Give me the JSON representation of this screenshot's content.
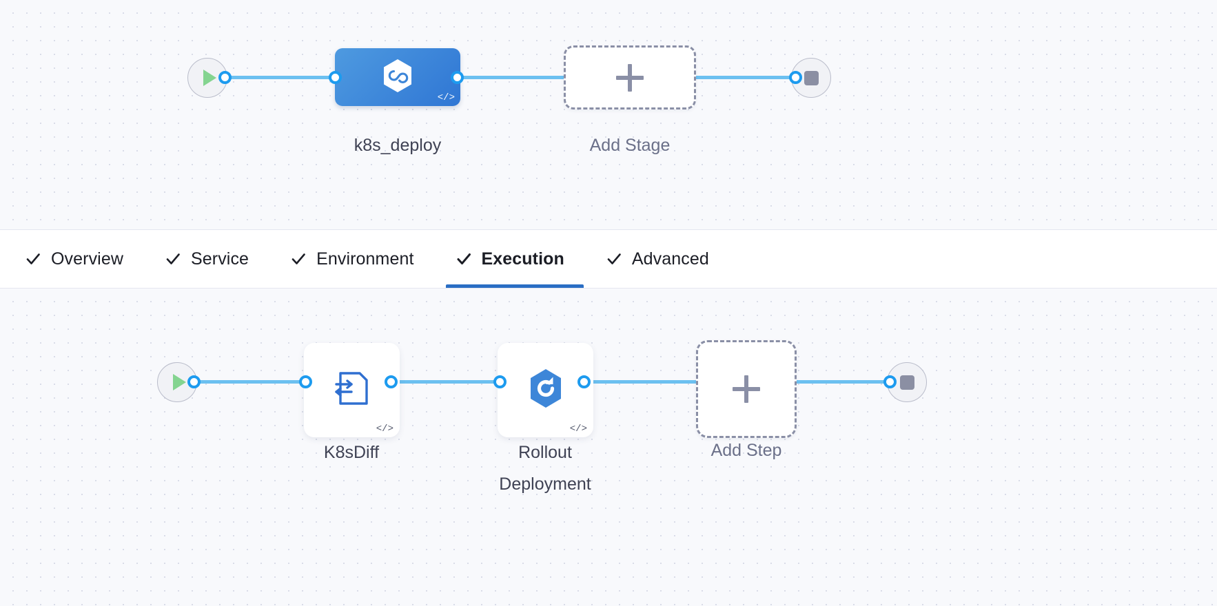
{
  "background": {
    "canvas_color": "#f8f9fc",
    "dot_color": "#d9dce8"
  },
  "colors": {
    "accent_blue": "#2a6ec4",
    "link_blue": "#6cc0f0",
    "port_blue": "#1d9bef",
    "stage_blue_start": "#4e9ae0",
    "stage_blue_end": "#2f76d4",
    "icon_blue": "#2f6fd0",
    "start_green": "#84d490",
    "stop_gray": "#8b8fa3",
    "dashed_gray": "#8a8fa6"
  },
  "stage_graph": {
    "start_node": {
      "name": "pipeline-start",
      "icon": "play-icon"
    },
    "nodes": [
      {
        "id": "k8s-deploy-stage",
        "label": "k8s_deploy",
        "type": "stage",
        "icon": "harness-deploy-hexagon-icon",
        "code_badge": "</>"
      },
      {
        "id": "add-stage",
        "label": "Add Stage",
        "type": "add-placeholder",
        "icon": "plus-icon"
      }
    ],
    "end_node": {
      "name": "pipeline-end",
      "icon": "stop-icon"
    }
  },
  "tabs": {
    "items": [
      {
        "id": "overview",
        "label": "Overview",
        "icon": "check-icon",
        "active": false
      },
      {
        "id": "service",
        "label": "Service",
        "icon": "check-icon",
        "active": false
      },
      {
        "id": "environment",
        "label": "Environment",
        "icon": "check-icon",
        "active": false
      },
      {
        "id": "execution",
        "label": "Execution",
        "icon": "check-icon",
        "active": true
      },
      {
        "id": "advanced",
        "label": "Advanced",
        "icon": "check-icon",
        "active": false
      }
    ]
  },
  "execution_graph": {
    "start_node": {
      "name": "execution-start",
      "icon": "play-icon"
    },
    "steps": [
      {
        "id": "k8s-diff-step",
        "label": "K8sDiff",
        "type": "step",
        "icon": "k8s-diff-document-icon",
        "code_badge": "</>"
      },
      {
        "id": "rollout-deployment-step",
        "label": "Rollout\nDeployment",
        "type": "step",
        "icon": "argo-rollout-hexagon-icon",
        "code_badge": "</>"
      },
      {
        "id": "add-step",
        "label": "Add Step",
        "type": "add-placeholder",
        "icon": "plus-icon"
      }
    ],
    "end_node": {
      "name": "execution-end",
      "icon": "stop-icon"
    }
  }
}
